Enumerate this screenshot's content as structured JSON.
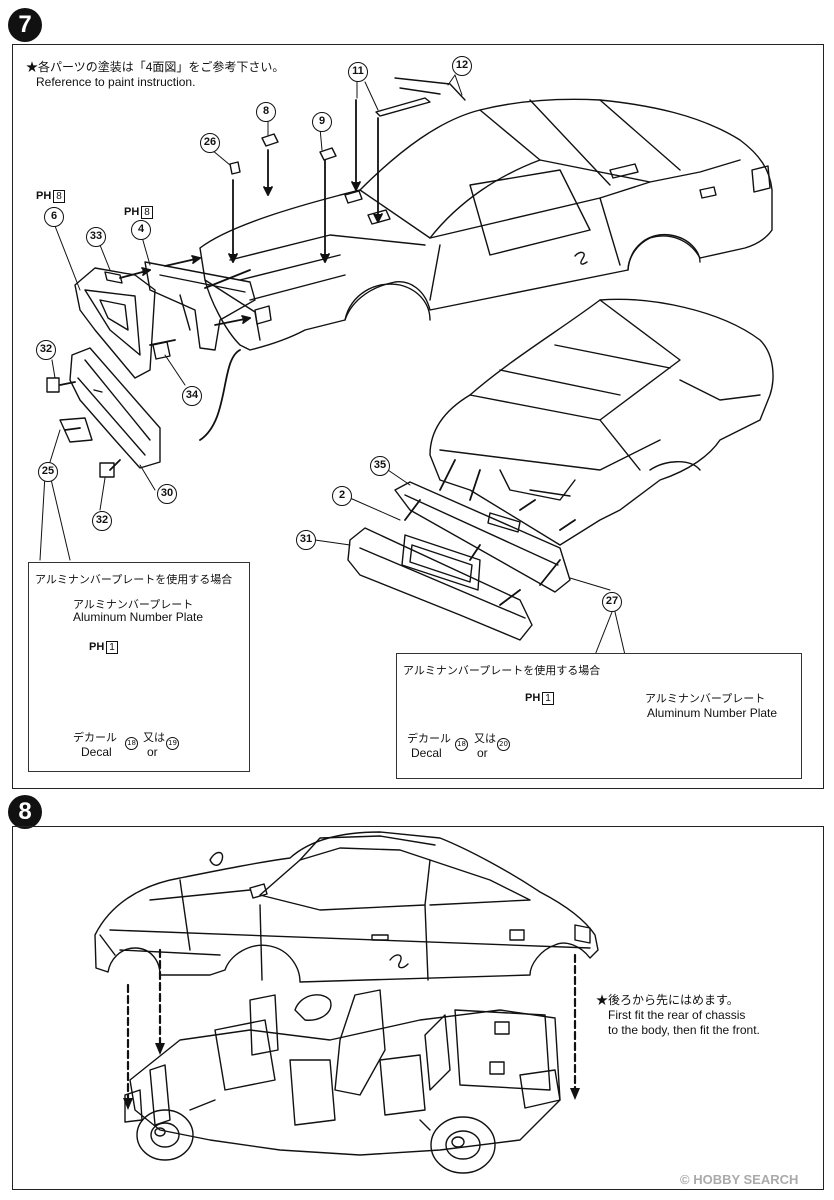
{
  "step7": {
    "badge": "7",
    "note_jp": "★各パーツの塗装は「4面図」をご参考下さい。",
    "note_en": "Reference to paint instruction.",
    "parts": {
      "p11": "11",
      "p12": "12",
      "p8": "8",
      "p9": "9",
      "p26": "26",
      "p6": "6",
      "p4": "4",
      "p33": "33",
      "p32a": "32",
      "p34": "34",
      "p25": "25",
      "p30": "30",
      "p32b": "32",
      "p35": "35",
      "p2": "2",
      "p31": "31",
      "p27": "27"
    },
    "ph6": {
      "prefix": "PH",
      "num": "8"
    },
    "ph4": {
      "prefix": "PH",
      "num": "8"
    },
    "left_box": {
      "title_jp": "アルミナンバープレートを使用する場合",
      "plate_jp": "アルミナンバープレート",
      "plate_en": "Aluminum Number Plate",
      "ph": {
        "prefix": "PH",
        "num": "1"
      },
      "decal_jp": "デカール",
      "decal_en": "Decal",
      "decal_a": "18",
      "or_jp": "又は",
      "or_en": "or",
      "decal_b": "19"
    },
    "right_box": {
      "title_jp": "アルミナンバープレートを使用する場合",
      "plate_jp": "アルミナンバープレート",
      "plate_en": "Aluminum Number Plate",
      "ph": {
        "prefix": "PH",
        "num": "1"
      },
      "decal_jp": "デカール",
      "decal_en": "Decal",
      "decal_a": "18",
      "or_jp": "又は",
      "or_en": "or",
      "decal_b": "20"
    }
  },
  "step8": {
    "badge": "8",
    "note_jp": "★後ろから先にはめます。",
    "note_en_1": "First fit the rear of chassis",
    "note_en_2": "to the body, then fit the front."
  },
  "watermark": "© HOBBY SEARCH",
  "colors": {
    "ink": "#111111",
    "paper": "#ffffff"
  }
}
